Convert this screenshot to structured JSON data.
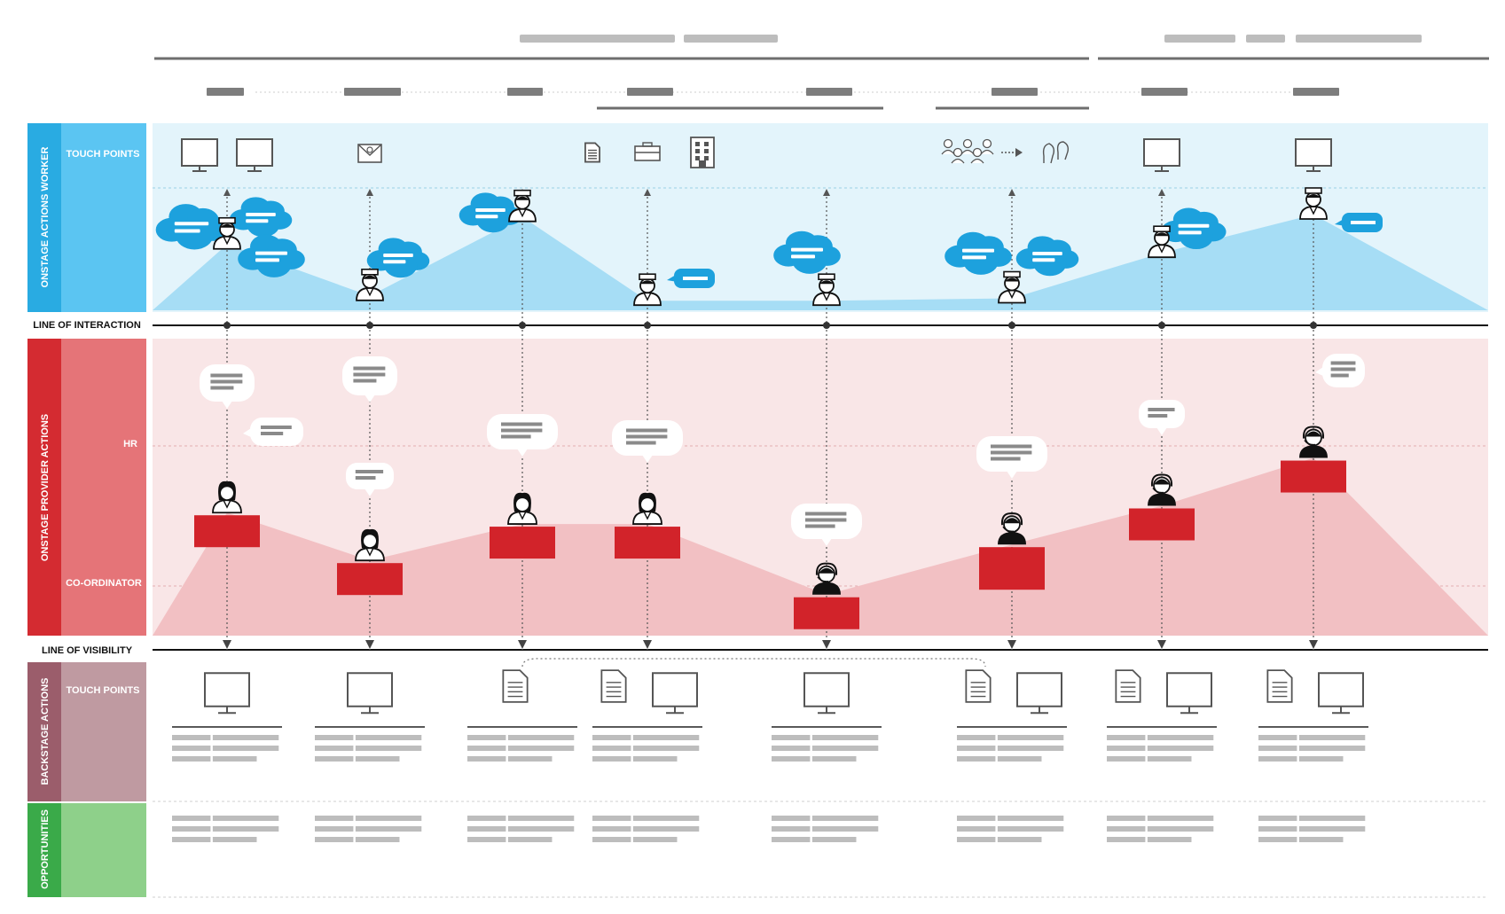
{
  "lanes": {
    "worker": {
      "title": "ONSTAGE ACTIONS WORKER",
      "sub": "TOUCH POINTS"
    },
    "interaction": {
      "title": "LINE OF INTERACTION"
    },
    "provider": {
      "title": "ONSTAGE PROVIDER ACTIONS",
      "hr": "HR",
      "coordinator": "CO-ORDINATOR"
    },
    "visibility": {
      "title": "LINE OF VISIBILITY"
    },
    "backstage": {
      "title": "BACKSTAGE ACTIONS",
      "sub": "TOUCH POINTS"
    },
    "opportunities": {
      "title": "OPPORTUNITIES"
    }
  },
  "colors": {
    "worker_dark": "#29abe2",
    "worker_light": "#5bc5f2",
    "worker_band": "#e3f4fb",
    "worker_area": "#a6ddf5",
    "cloud": "#1da1dd",
    "provider_dark": "#d42b31",
    "provider_light": "#e57478",
    "provider_band": "#f9e6e7",
    "provider_area": "#f2c0c3",
    "provider_box": "#d2232a",
    "backstage_dark": "#9b5d6b",
    "backstage_light": "#bf9aa1",
    "opp_dark": "#3aaa49",
    "opp_light": "#8ed08a",
    "placeholder": "#bdbdbd",
    "placeholder_dark": "#7d7d7d",
    "icon": "#555555"
  },
  "steps": [
    {
      "worker_icons": [
        "monitor-icon",
        "monitor-icon"
      ],
      "backstage_icons": [
        "monitor-icon"
      ],
      "worker_level": 0.55,
      "provider_level": 0.54,
      "worker_role": "nurse",
      "provider_role": "woman",
      "provider_box": "small"
    },
    {
      "worker_icons": [
        "email-icon"
      ],
      "backstage_icons": [
        "monitor-icon"
      ],
      "worker_level": 0.12,
      "provider_level": 0.33,
      "worker_role": "nurse",
      "provider_role": "woman",
      "provider_box": "small"
    },
    {
      "worker_icons": [],
      "backstage_icons": [
        "document-icon"
      ],
      "worker_level": 0.78,
      "provider_level": 0.49,
      "worker_role": "nurse",
      "provider_role": "woman",
      "provider_box": "small"
    },
    {
      "worker_icons": [
        "document-icon",
        "briefcase-icon",
        "building-icon"
      ],
      "backstage_icons": [
        "document-icon",
        "monitor-icon"
      ],
      "worker_level": 0.08,
      "provider_level": 0.49,
      "worker_role": "nurse",
      "provider_role": "woman",
      "provider_box": "small"
    },
    {
      "worker_icons": [],
      "backstage_icons": [
        "monitor-icon"
      ],
      "worker_level": 0.08,
      "provider_level": 0.18,
      "worker_role": "nurse",
      "provider_role": "headset",
      "provider_box": "small"
    },
    {
      "worker_icons": [
        "team-icon",
        "arrow-right-icon",
        "conversation-icon"
      ],
      "backstage_icons": [
        "document-icon",
        "monitor-icon"
      ],
      "worker_level": 0.1,
      "provider_level": 0.4,
      "worker_role": "nurse",
      "provider_role": "headset",
      "provider_box": "large"
    },
    {
      "worker_icons": [
        "monitor-icon"
      ],
      "backstage_icons": [
        "document-icon",
        "monitor-icon"
      ],
      "worker_level": 0.48,
      "provider_level": 0.57,
      "worker_role": "nurse",
      "provider_role": "headset",
      "provider_box": "small"
    },
    {
      "worker_icons": [
        "monitor-icon"
      ],
      "backstage_icons": [
        "document-icon",
        "monitor-icon"
      ],
      "worker_level": 0.8,
      "provider_level": 0.78,
      "worker_role": "nurse",
      "provider_role": "headset",
      "provider_box": "small"
    }
  ]
}
